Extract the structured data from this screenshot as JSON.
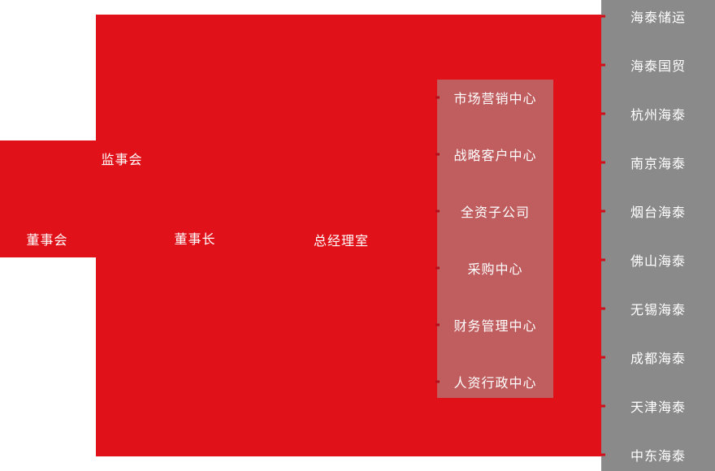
{
  "page": {
    "type": "organization-chart",
    "colors": {
      "primary_red": "#e01119",
      "muted_red_panel": "#bf5d5f",
      "gray_panel": "#8a8a8a",
      "connector_dash_dark": "#b5101a",
      "connector_dash_red": "#cf0f17",
      "text": "#ffffff"
    }
  },
  "org_chart": {
    "board": {
      "label": "董事会"
    },
    "supervisory": {
      "label": "监事会"
    },
    "chairman": {
      "label": "董事长"
    },
    "gm_office": {
      "label": "总经理室"
    },
    "centers": {
      "items": [
        {
          "label": "市场营销中心"
        },
        {
          "label": "战略客户中心"
        },
        {
          "label": "全资子公司"
        },
        {
          "label": "采购中心"
        },
        {
          "label": "财务管理中心"
        },
        {
          "label": "人资行政中心"
        }
      ]
    },
    "subsidiaries": {
      "items": [
        {
          "label": "海泰储运"
        },
        {
          "label": "海泰国贸"
        },
        {
          "label": "杭州海泰"
        },
        {
          "label": "南京海泰"
        },
        {
          "label": "烟台海泰"
        },
        {
          "label": "佛山海泰"
        },
        {
          "label": "无锡海泰"
        },
        {
          "label": "成都海泰"
        },
        {
          "label": "天津海泰"
        },
        {
          "label": "中东海泰"
        }
      ]
    }
  }
}
